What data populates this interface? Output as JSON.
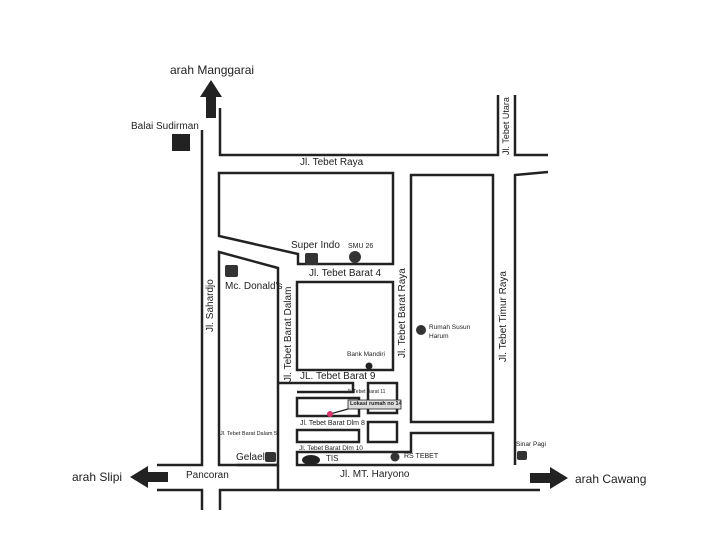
{
  "directions": {
    "north": "arah Manggarai",
    "west": "arah Slipi",
    "east": "arah Cawang"
  },
  "streets": {
    "tebet_raya": "Jl. Tebet Raya",
    "tebet_utara": "Jl. Tebet Utara",
    "sahardjo": "Jl. Sahardjo",
    "tebet_barat_4": "Jl. Tebet Barat 4",
    "tebet_barat_dalam": "Jl. Tebet Barat Dalam",
    "tebet_barat_raya": "Jl. Tebet Barat Raya",
    "tebet_timur_raya": "Jl. Tebet Timur Raya",
    "tebet_barat_9": "JL. Tebet Barat 9",
    "tebet_barat_11": "Jl. Tebet Barat 11",
    "tebet_barat_dlm_8": "Jl. Tebet Barat Dlm 8",
    "tebet_barat_dalam_5": "Jl. Tebet Barat Dalam 5",
    "tebet_barat_dlm_10": "Jl. Tebet Barat Dlm 10",
    "mt_haryono": "Jl. MT. Haryono",
    "pancoran": "Pancoran"
  },
  "landmarks": {
    "balai_sudirman": "Balai Sudirman",
    "super_indo": "Super Indo",
    "smu_26": "SMU 26",
    "mcdonalds": "Mc. Donald's",
    "rumah_susun_1": "Rumah Susun",
    "rumah_susun_2": "Harum",
    "bank_mandiri": "Bank Mandiri",
    "location": "Lokasi rumah no 14",
    "gelael": "Gelael",
    "tis": "TIS",
    "rs_tebet": "RS TEBET",
    "sinar_pagi": "Sinar Pagi"
  },
  "colors": {
    "location_marker": "#d6336c"
  }
}
